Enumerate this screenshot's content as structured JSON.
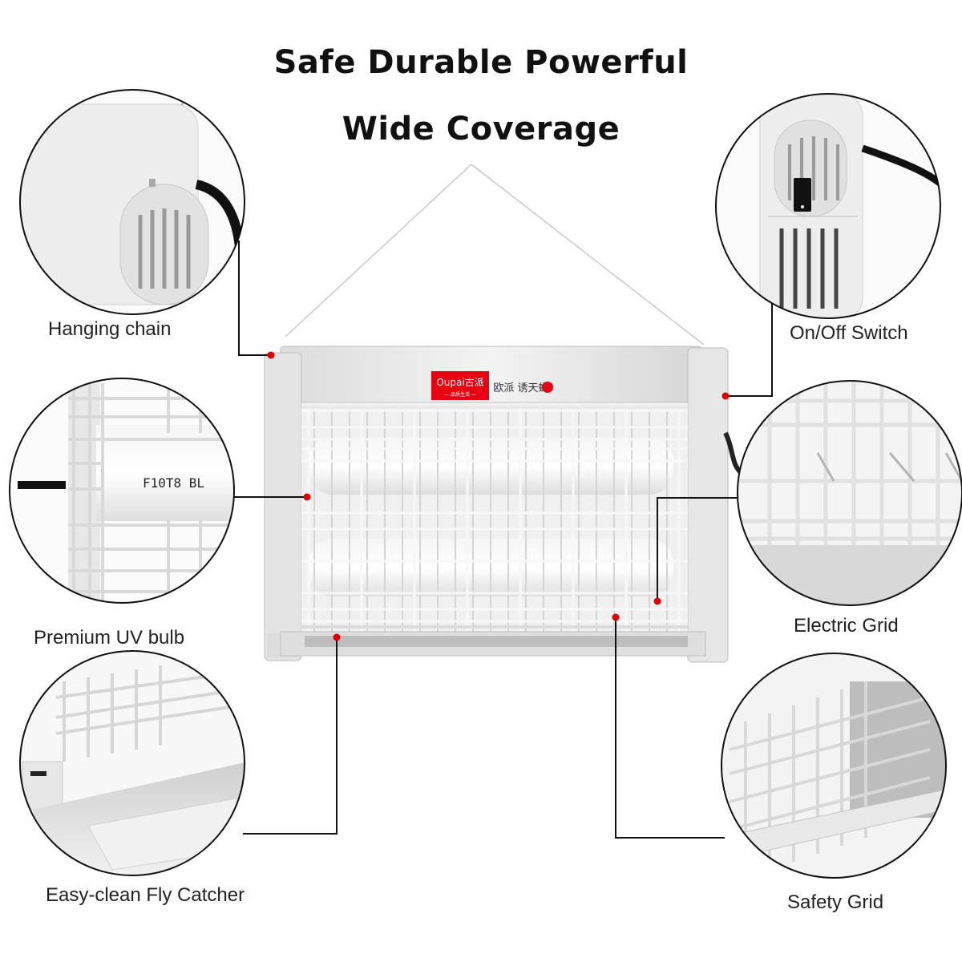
{
  "headline": {
    "line1": "Safe Durable Powerful",
    "line2": "Wide Coverage"
  },
  "features": {
    "hanging_chain": "Hanging chain",
    "on_off_switch": "On/Off Switch",
    "uv_bulb": "Premium UV bulb",
    "electric_grid": "Electric Grid",
    "fly_catcher": "Easy-clean Fly Catcher",
    "safety_grid": "Safety Grid"
  },
  "bulb_marking": "F10T8 BL",
  "brand": {
    "logo": "Oupai古派",
    "logo_sub": "— 品质生活 —",
    "slogan": "欧派 诱天蝎"
  },
  "colors": {
    "accent": "#e00000",
    "device_body": "#e9e9e9",
    "grid_wire": "#f7f7f7"
  }
}
